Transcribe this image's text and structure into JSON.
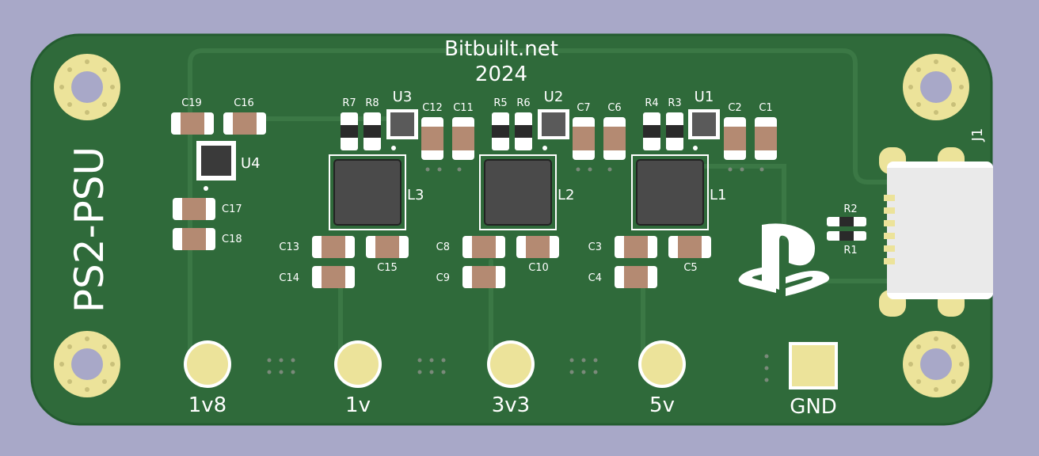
{
  "board": {
    "title": "PS2-PSU",
    "brand_line1": "Bitbuilt.net",
    "brand_line2": "2024",
    "colors": {
      "background": "#a8a8c8",
      "board": "#2f6a3a",
      "board_edge": "#245c30",
      "trace": "#3b7845",
      "silk": "#ffffff",
      "gold": "#ece39a",
      "pad_metal": "#e8e8e8",
      "component_body": "#b48a72",
      "ic_body": "#3a3a3a",
      "inductor": "#4a4a4a"
    }
  },
  "regulators": [
    {
      "ic": "U3",
      "inductor": "L3",
      "r_a": "R7",
      "r_b": "R8",
      "c_in_a": "C12",
      "c_in_b": "C11",
      "c_out_a": "C13",
      "c_out_b": "C15",
      "c_out_c": "C14"
    },
    {
      "ic": "U2",
      "inductor": "L2",
      "r_a": "R5",
      "r_b": "R6",
      "c_in_a": "C7",
      "c_in_b": "C6",
      "c_out_a": "C8",
      "c_out_b": "C10",
      "c_out_c": "C9"
    },
    {
      "ic": "U1",
      "inductor": "L1",
      "r_a": "R4",
      "r_b": "R3",
      "c_in_a": "C2",
      "c_in_b": "C1",
      "c_out_a": "C3",
      "c_out_b": "C5",
      "c_out_c": "C4"
    }
  ],
  "ldo": {
    "ic": "U4",
    "caps": [
      "C19",
      "C16",
      "C17",
      "C18"
    ]
  },
  "usb": {
    "connector": "J1",
    "resistors": [
      "R2",
      "R1"
    ]
  },
  "outputs": [
    {
      "label": "1v8",
      "shape": "round"
    },
    {
      "label": "1v",
      "shape": "round"
    },
    {
      "label": "3v3",
      "shape": "round"
    },
    {
      "label": "5v",
      "shape": "round"
    },
    {
      "label": "GND",
      "shape": "square"
    }
  ],
  "logo": {
    "icon": "playstation-logo-icon"
  }
}
